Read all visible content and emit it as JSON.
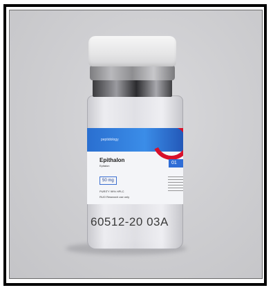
{
  "image": {
    "subject": "glass-vial-photo",
    "frame_color": "#000000",
    "background_color": "#cfcfd2",
    "label": {
      "brand": "peptidology",
      "product_name": "Epithalon",
      "product_subtitle": "Epitalon",
      "dose": "50 mg",
      "purity": "PURITY 99% HPLC",
      "usage": "RUO Research use only",
      "tag": "01",
      "accent_color": "#2f6dd6",
      "swirl_color": "#d8102b"
    },
    "printed_lot_code": "60512-20 03A"
  }
}
